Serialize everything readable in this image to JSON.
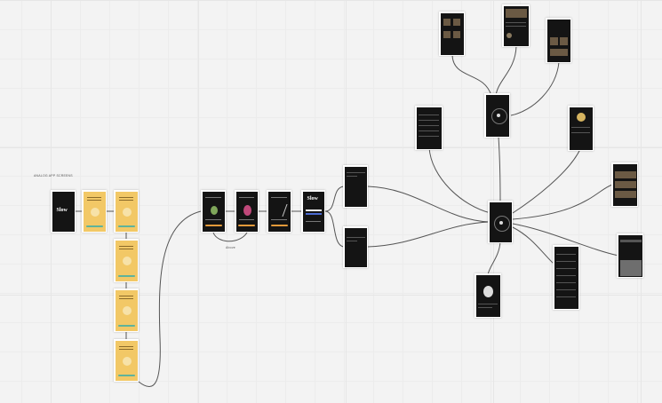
{
  "board": {
    "section_label": "ANALOG APP SCREENS",
    "flow_note": "Above"
  },
  "screens": {
    "splash_logo": "Slow"
  },
  "colors": {
    "canvas": "#f3f3f3",
    "onboarding_yellow": "#f2c866",
    "dark_screen": "#141414",
    "cta_orange": "#e39a3a",
    "cta_green": "#5fb39a",
    "connector": "#555555"
  }
}
